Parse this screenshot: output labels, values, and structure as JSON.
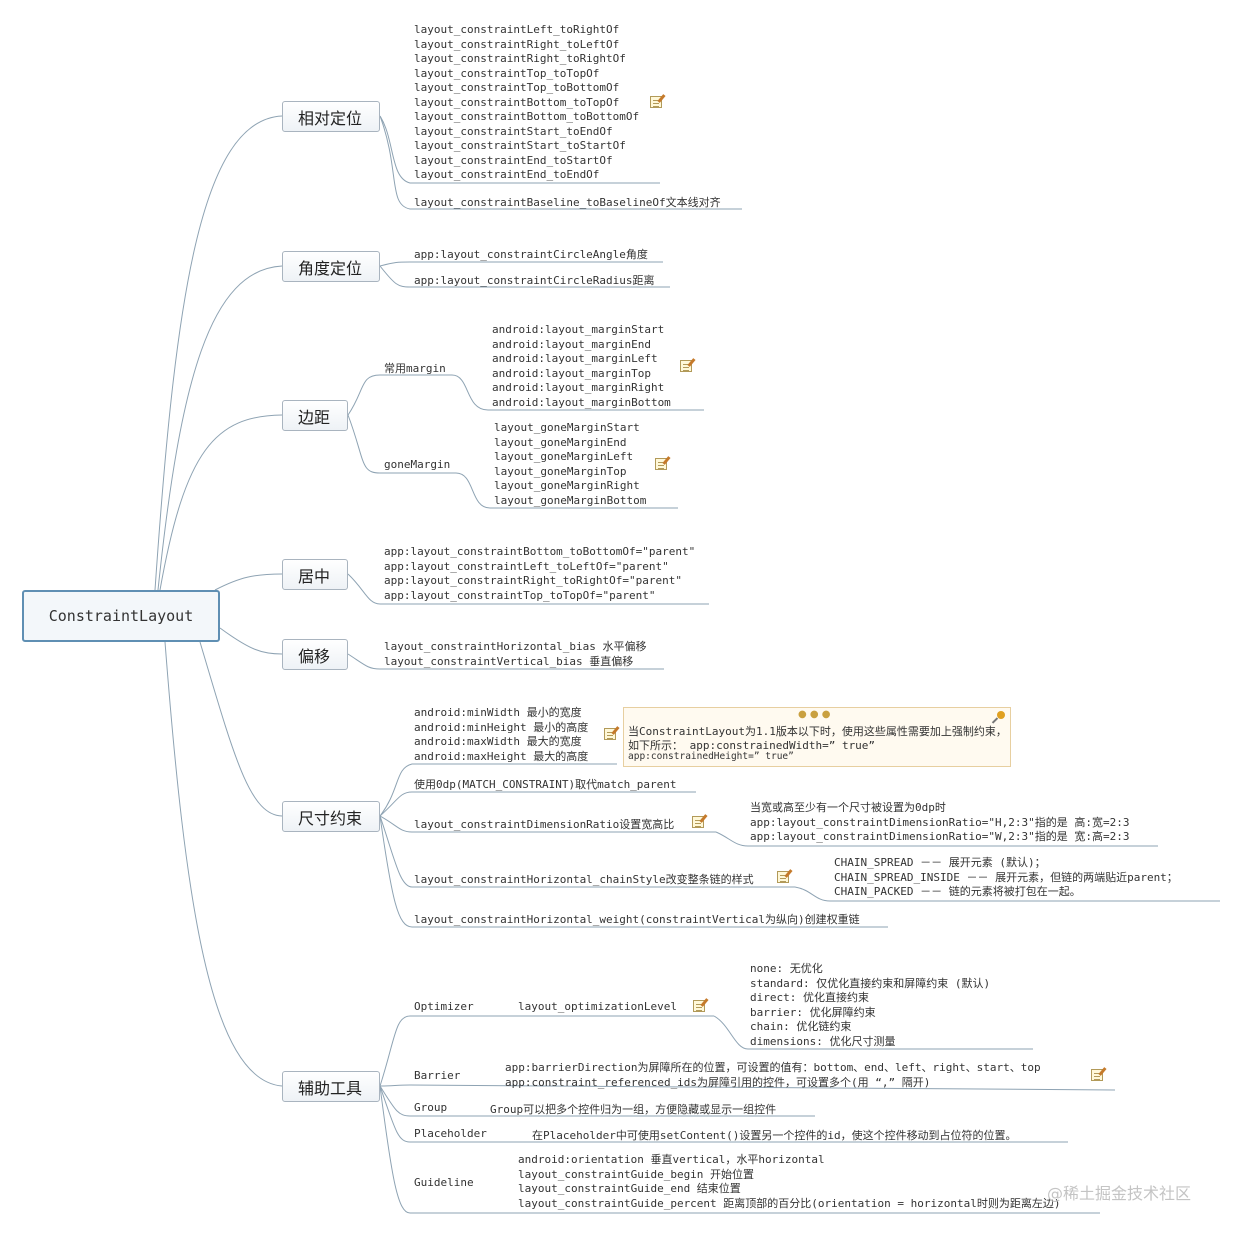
{
  "root": "ConstraintLayout",
  "branches": {
    "relative": {
      "label": "相对定位",
      "group1": [
        "layout_constraintLeft_toRightOf",
        "layout_constraintRight_toLeftOf",
        "layout_constraintRight_toRightOf",
        "layout_constraintTop_toTopOf",
        "layout_constraintTop_toBottomOf",
        "layout_constraintBottom_toTopOf",
        "layout_constraintBottom_toBottomOf",
        "layout_constraintStart_toEndOf",
        "layout_constraintStart_toStartOf",
        "layout_constraintEnd_toStartOf",
        "layout_constraintEnd_toEndOf"
      ],
      "baseline": "layout_constraintBaseline_toBaselineOf文本线对齐"
    },
    "angle": {
      "label": "角度定位",
      "items": [
        "app:layout_constraintCircleAngle角度",
        "app:layout_constraintCircleRadius距离"
      ]
    },
    "margin": {
      "label": "边距",
      "common_label": "常用margin",
      "common": [
        "android:layout_marginStart",
        "android:layout_marginEnd",
        "android:layout_marginLeft",
        "android:layout_marginTop",
        "android:layout_marginRight",
        "android:layout_marginBottom"
      ],
      "gone_label": "goneMargin",
      "gone": [
        "layout_goneMarginStart",
        "layout_goneMarginEnd",
        "layout_goneMarginLeft",
        "layout_goneMarginTop",
        "layout_goneMarginRight",
        "layout_goneMarginBottom"
      ]
    },
    "center": {
      "label": "居中",
      "items": [
        "app:layout_constraintBottom_toBottomOf=\"parent\"",
        "app:layout_constraintLeft_toLeftOf=\"parent\"",
        "app:layout_constraintRight_toRightOf=\"parent\"",
        "app:layout_constraintTop_toTopOf=\"parent\""
      ]
    },
    "bias": {
      "label": "偏移",
      "items": [
        "layout_constraintHorizontal_bias 水平偏移",
        "layout_constraintVertical_bias 垂直偏移"
      ]
    },
    "size": {
      "label": "尺寸约束",
      "minmax": [
        "android:minWidth 最小的宽度",
        "android:minHeight 最小的高度",
        "android:maxWidth 最大的宽度",
        "android:maxHeight 最大的高度"
      ],
      "callout": [
        "当ConstraintLayout为1.1版本以下时，使用这些属性需要加上强制约束，",
        "如下所示： app:constrainedWidth=” true”",
        "app:constrainedHeight=” true”"
      ],
      "match": "使用0dp(MATCH_CONSTRAINT)取代match_parent",
      "ratio": "layout_constraintDimensionRatio设置宽高比",
      "ratio_notes": [
        "当宽或高至少有一个尺寸被设置为0dp时",
        "app:layout_constraintDimensionRatio=\"H,2:3\"指的是 高:宽=2:3",
        "app:layout_constraintDimensionRatio=\"W,2:3\"指的是 宽:高=2:3"
      ],
      "chain": "layout_constraintHorizontal_chainStyle改变整条链的样式",
      "chain_notes": [
        "CHAIN_SPREAD －－ 展开元素 (默认)；",
        "CHAIN_SPREAD_INSIDE －－ 展开元素，但链的两端贴近parent；",
        "CHAIN_PACKED －－ 链的元素将被打包在一起。"
      ],
      "weight": "layout_constraintHorizontal_weight(constraintVertical为纵向)创建权重链"
    },
    "tools": {
      "label": "辅助工具",
      "optimizer": "Optimizer",
      "optimizer_attr": "layout_optimizationLevel",
      "optimizer_values": [
        "none: 无优化",
        "standard: 仅优化直接约束和屏障约束 (默认)",
        "direct: 优化直接约束",
        "barrier: 优化屏障约束",
        "chain: 优化链约束",
        "dimensions: 优化尺寸测量"
      ],
      "barrier": "Barrier",
      "barrier_notes": [
        "app:barrierDirection为屏障所在的位置，可设置的值有：bottom、end、left、right、start、top",
        "app:constraint_referenced_ids为屏障引用的控件，可设置多个(用 “,” 隔开)"
      ],
      "group": "Group",
      "group_note": "Group可以把多个控件归为一组，方便隐藏或显示一组控件",
      "placeholder": "Placeholder",
      "placeholder_note": "在Placeholder中可使用setContent()设置另一个控件的id，使这个控件移动到占位符的位置。",
      "guideline": "Guideline",
      "guideline_notes": [
        "android:orientation 垂直vertical，水平horizontal",
        "layout_constraintGuide_begin 开始位置",
        "layout_constraintGuide_end 结束位置",
        "layout_constraintGuide_percent 距离顶部的百分比(orientation = horizontal时则为距离左边)"
      ]
    }
  },
  "watermark": "@稀土掘金技术社区"
}
